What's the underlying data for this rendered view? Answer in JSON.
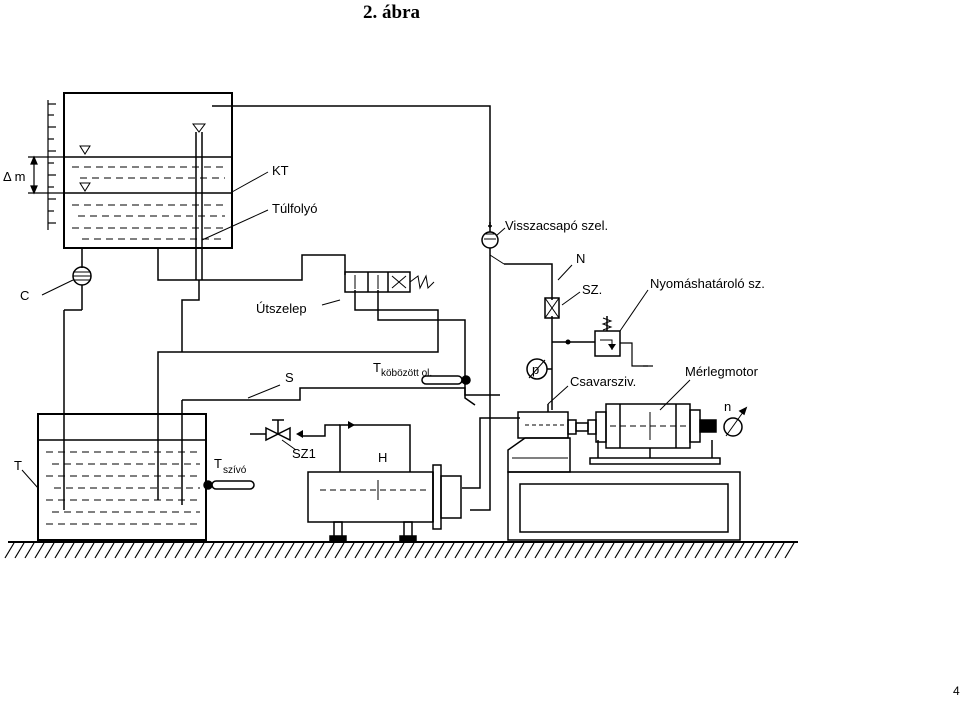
{
  "figure": {
    "title": "2. ábra",
    "page_number": "4"
  },
  "labels": {
    "delta_m": "Δ m",
    "kt": "KT",
    "tulfolyo": "Túlfolyó",
    "visszacsapo": "Visszacsapó szel.",
    "n_label": "N",
    "c_label": "C",
    "sz_label": "SZ.",
    "nyomashatarolo": "Nyomáshatároló sz.",
    "utszelep": "Útszelep",
    "t_kobozott_main": "T",
    "t_kobozott_sub": "köbözött ol.",
    "p_label": "p",
    "csavarsziv": "Csavarsziv.",
    "merlegmotor": "Mérlegmotor",
    "s_label": "S",
    "n_speed": "n",
    "sz1": "SZ1",
    "h_label": "H",
    "t_tank": "T",
    "t_szivo_main": "T",
    "t_szivo_sub": "szívó"
  }
}
